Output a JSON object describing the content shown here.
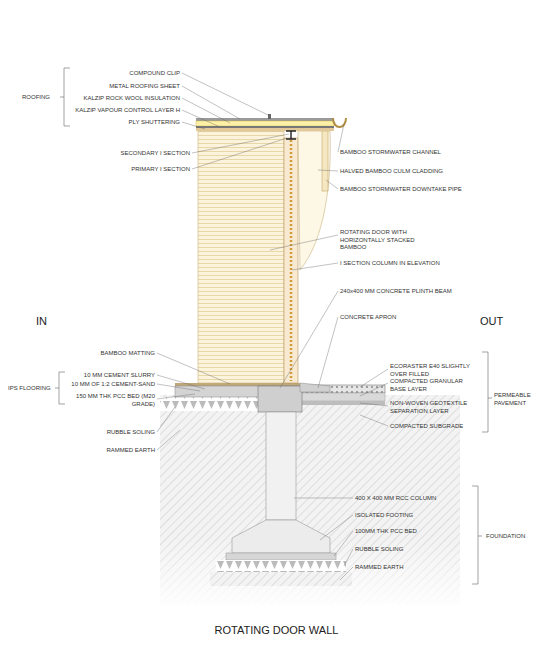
{
  "diagram": {
    "title": "ROTATING DOOR WALL",
    "labels": [
      "COMPOUND CLIP",
      "METAL ROOFING SHEET",
      "KALZIP ROCK WOOL INSULATION",
      "KALZIP VAPOUR CONTROL LAYER H",
      "PLY SHUTTERING",
      "ROOFING",
      "SECONDARY I SECTION",
      "PRIMARY I SECTION",
      "BAMBOO STORMWATER CHANNEL",
      "HALVED BAMBOO CULM CLADDING",
      "BAMBOO STORMWATER DOWNTAKE PIPE",
      "ROTATING DOOR WITH HORIZONTALLY STACKED BAMBOO",
      "I SECTION COLUMN IN ELEVATION",
      "240x400 MM CONCRETE PLINTH BEAM",
      "CONCRETE APRON",
      "IN",
      "OUT",
      "BAMBOO MATTING",
      "10 MM CEMENT SLURRY",
      "10 MM OF 1:2 CEMENT-SAND",
      "IPS FLOORING",
      "150 MM THK PCC BED (M20 GRADE)",
      "RUBBLE SOLING",
      "RAMMED EARTH",
      "ECORASTER E40 SLIGHTLY OVER FILLED",
      "COMPACTED GRANULAR BASE LAYER",
      "NON-WOVEN GEOTEXTILE SEPARATION LAYER",
      "COMPACTED SUBGRADE",
      "PERMEABLE PAVEMENT",
      "400 X 400 MM RCC COLUMN",
      "ISOLATED FOOTING",
      "100MM THK PCC BED",
      "RUBBLE SOLING",
      "RAMMED EARTH",
      "FOUNDATION"
    ]
  }
}
